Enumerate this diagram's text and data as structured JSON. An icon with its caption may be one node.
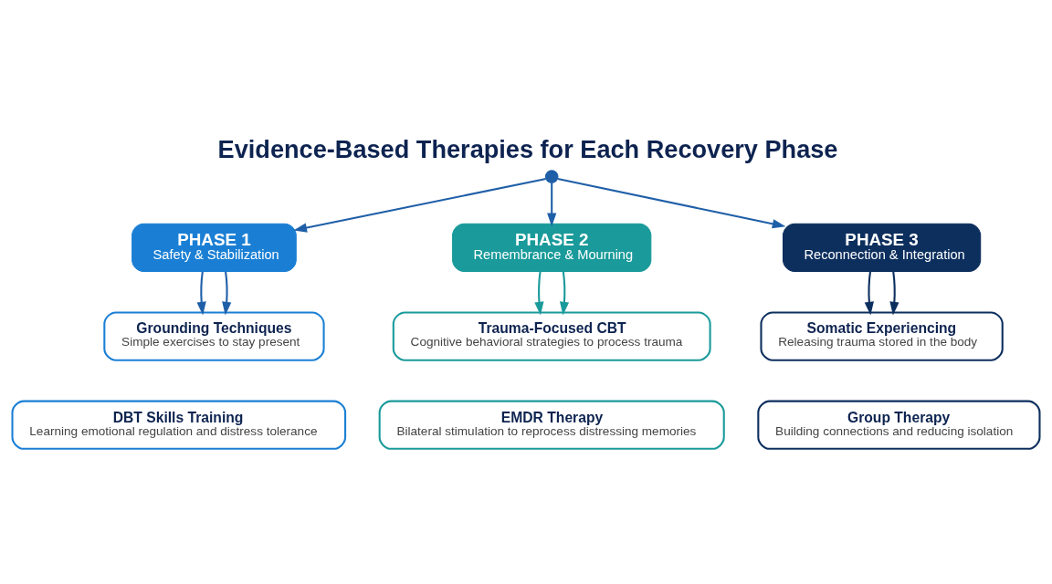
{
  "diagram": {
    "title": "Evidence-Based Therapies for Each Recovery Phase",
    "nodes": [
      {
        "text": [],
        "shape": "circle"
      },
      {
        "text": [
          "PHASE 1",
          "Safety & Stabilization"
        ]
      },
      {
        "text": [
          "PHASE 2",
          "Remembrance & Mourning"
        ]
      },
      {
        "text": [
          "PHASE 3",
          "Reconnection & Integration"
        ]
      },
      {
        "text": [
          "Grounding Techniques",
          "Simple exercises to stay present"
        ]
      },
      {
        "text": [
          "Trauma-Focused CBT",
          "Cognitive behavioral strategies to process trauma"
        ]
      },
      {
        "text": [
          "Somatic Experiencing",
          "Releasing trauma stored in the body"
        ]
      },
      {
        "text": [
          "DBT Skills Training",
          "Learning emotional regulation and distress tolerance"
        ]
      },
      {
        "text": [
          "EMDR Therapy",
          "Bilateral stimulation to reprocess distressing memories"
        ]
      },
      {
        "text": [
          "Group Therapy",
          "Building connections and reducing isolation"
        ]
      }
    ],
    "edges": [
      {
        "from": 0,
        "to": 1,
        "arrow": "to"
      },
      {
        "from": 0,
        "to": 2,
        "arrow": "to"
      },
      {
        "from": 0,
        "to": 3,
        "arrow": "to"
      },
      {
        "from": 1,
        "to": 4,
        "arrow": "to"
      },
      {
        "from": 1,
        "to": 4,
        "arrow": "to"
      },
      {
        "from": 2,
        "to": 5,
        "arrow": "to",
        "color": "#1a9a9a"
      },
      {
        "from": 2,
        "to": 5,
        "arrow": "to",
        "color": "#1a9a9a"
      },
      {
        "from": 3,
        "to": 6,
        "arrow": "to",
        "color": "#0d2f5e"
      },
      {
        "from": 3,
        "to": 6,
        "arrow": "to",
        "color": "#0d2f5e"
      }
    ]
  }
}
